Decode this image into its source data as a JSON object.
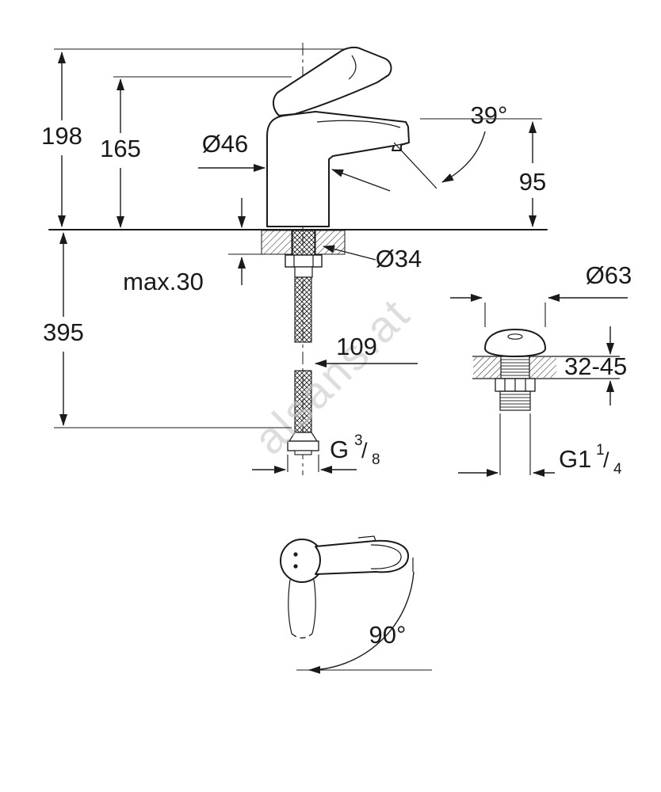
{
  "drawing": {
    "type": "technical-dimension-drawing",
    "subject": "single-lever basin mixer faucet with pop-up waste drain",
    "colors": {
      "line": "#1a1a1a",
      "watermark": "#c8c8c8",
      "background": "#ffffff"
    }
  },
  "watermark": "alsans.at",
  "labels": {
    "h198": "198",
    "h165": "165",
    "d46": "Ø46",
    "a39": "39°",
    "h95": "95",
    "max30": "max.30",
    "d34": "Ø34",
    "h395": "395",
    "w109": "109",
    "g38_g": "G",
    "g38_num": "3",
    "g38_slash": "/",
    "g38_den": "8",
    "d63": "Ø63",
    "r3245": "32-45",
    "g114_g": "G1",
    "g114_num": "1",
    "g114_slash": "/",
    "g114_den": "4",
    "a90": "90°"
  }
}
